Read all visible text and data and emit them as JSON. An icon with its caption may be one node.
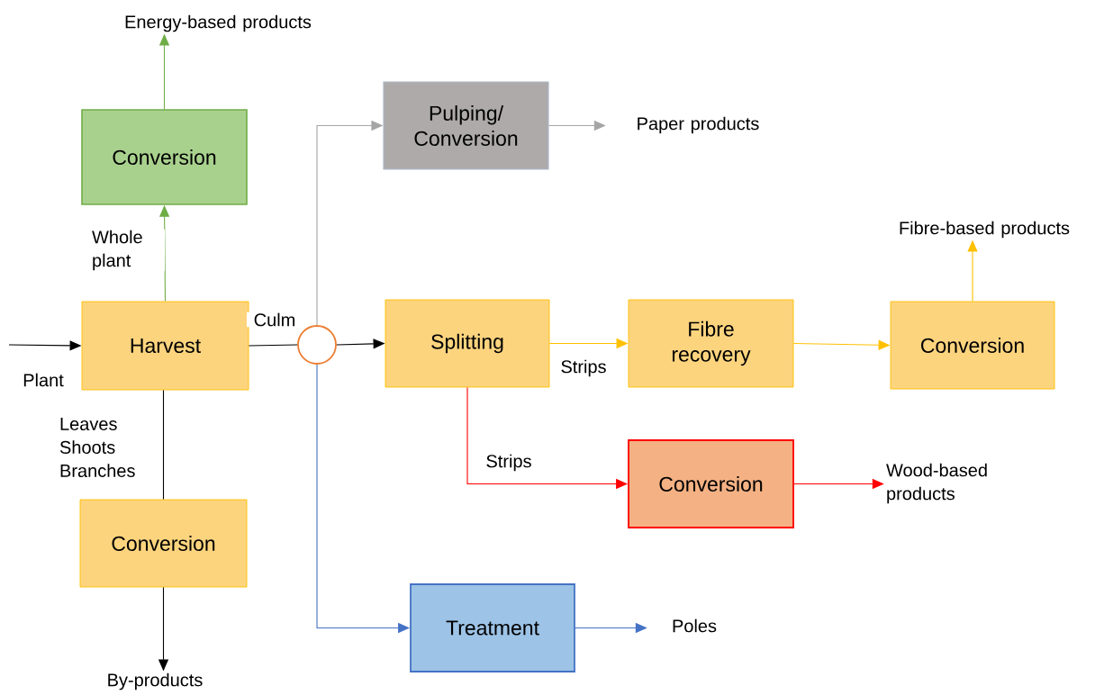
{
  "diagram": {
    "nodes": [
      {
        "text": [
          "Conversion"
        ]
      },
      {
        "text": [
          "Energy-based products"
        ]
      },
      {
        "text": [
          "Harvest"
        ]
      },
      {
        "text": [
          "Conversion"
        ]
      },
      {
        "text": [
          "By-products"
        ]
      },
      {
        "text": [],
        "shape": "circle"
      },
      {
        "text": [
          "Pulping/ Conversion"
        ]
      },
      {
        "text": [
          "Paper products"
        ]
      },
      {
        "text": [
          "Splitting"
        ]
      },
      {
        "text": [
          "Fibre recovery"
        ]
      },
      {
        "text": [
          "Conversion"
        ]
      },
      {
        "text": [
          "Fibre-based products"
        ]
      },
      {
        "text": [
          "Conversion"
        ]
      },
      {
        "text": [
          "Wood-based products"
        ]
      },
      {
        "text": [
          "Treatment"
        ]
      },
      {
        "text": [
          "Poles"
        ]
      }
    ],
    "edges": [
      {
        "from": null,
        "to": 2,
        "arrow": "to",
        "label": "Plant"
      },
      {
        "from": 2,
        "to": 0,
        "arrow": "to",
        "label": "Whole plant",
        "color": "#70ad47"
      },
      {
        "from": 0,
        "to": 1,
        "arrow": "to",
        "color": "#70ad47"
      },
      {
        "from": 2,
        "to": 3,
        "arrow": "none",
        "label": "Leaves Shoots Branches"
      },
      {
        "from": 3,
        "to": 4,
        "arrow": "to"
      },
      {
        "from": 2,
        "to": 5,
        "arrow": "none",
        "label": "Culm"
      },
      {
        "from": 5,
        "to": 6,
        "arrow": "to",
        "color": "#a5a5a5"
      },
      {
        "from": 6,
        "to": 7,
        "arrow": "to",
        "color": "#a5a5a5"
      },
      {
        "from": 5,
        "to": 8,
        "arrow": "to"
      },
      {
        "from": 5,
        "to": 14,
        "arrow": "to",
        "color": "#4472c4"
      },
      {
        "from": 14,
        "to": 15,
        "arrow": "to",
        "color": "#4472c4"
      },
      {
        "from": 8,
        "to": 9,
        "arrow": "to",
        "label": "Strips",
        "color": "#ffc000"
      },
      {
        "from": 9,
        "to": 10,
        "arrow": "to",
        "color": "#ffc000"
      },
      {
        "from": 10,
        "to": 11,
        "arrow": "to",
        "color": "#ffc000"
      },
      {
        "from": 8,
        "to": 12,
        "arrow": "to",
        "label": "Strips",
        "color": "#ff0000"
      },
      {
        "from": 12,
        "to": 13,
        "arrow": "to",
        "color": "#ff0000"
      }
    ]
  }
}
